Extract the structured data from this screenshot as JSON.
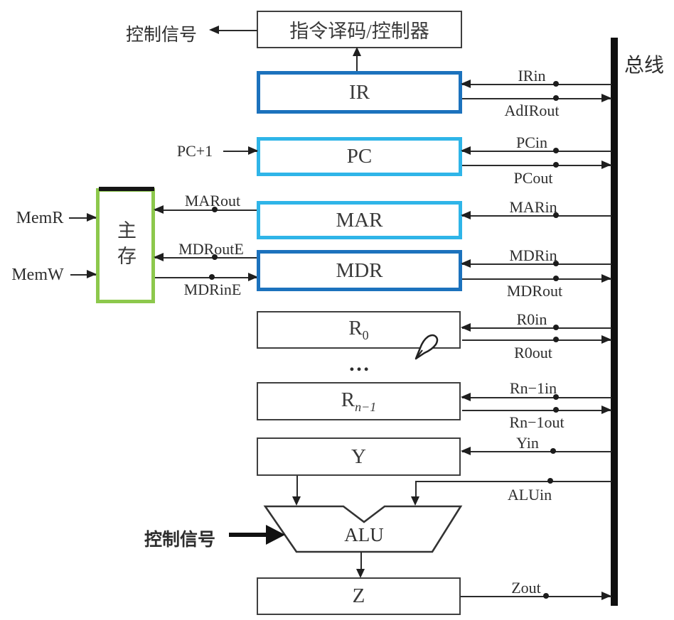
{
  "bus": {
    "label": "总线"
  },
  "decoder": {
    "label": "指令译码/控制器",
    "control_signal_label": "控制信号"
  },
  "registers": {
    "ir": {
      "label": "IR"
    },
    "pc": {
      "label": "PC",
      "increment_label": "PC+1"
    },
    "mar": {
      "label": "MAR"
    },
    "mdr": {
      "label": "MDR"
    },
    "r0": {
      "base": "R",
      "sub": "0"
    },
    "ellipsis": "…",
    "rn1": {
      "base": "R",
      "sub": "n−1"
    },
    "y": {
      "label": "Y"
    },
    "z": {
      "label": "Z"
    }
  },
  "memory": {
    "label": "主存",
    "read_label": "MemR",
    "write_label": "MemW",
    "mar_out": "MARout",
    "mdr_out_e": "MDRoutE",
    "mdr_in_e": "MDRinE"
  },
  "alu": {
    "label": "ALU",
    "control_signal_label": "控制信号"
  },
  "bus_signals": {
    "ir_in": "IRin",
    "adir_out": "AdIRout",
    "pc_in": "PCin",
    "pc_out": "PCout",
    "mar_in": "MARin",
    "mdr_in": "MDRin",
    "mdr_out": "MDRout",
    "r0_in": "R0in",
    "r0_out": "R0out",
    "rn1_in": "Rn−1in",
    "rn1_out": "Rn−1out",
    "y_in": "Yin",
    "alu_in": "ALUin",
    "z_out": "Zout"
  },
  "colors": {
    "dark_blue": "#1c72bd",
    "light_blue": "#2fb5e8",
    "green": "#8dc84c"
  }
}
